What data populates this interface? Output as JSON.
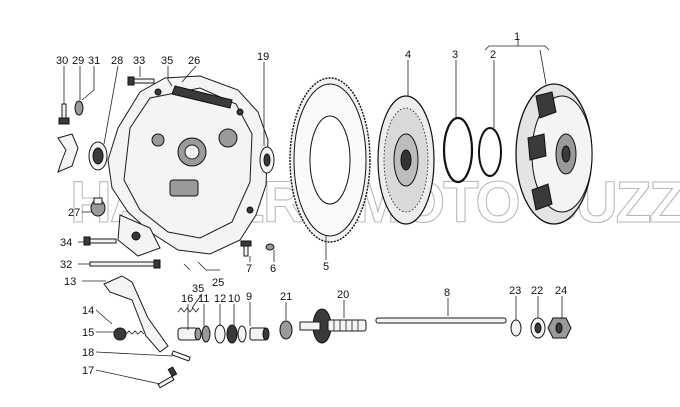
{
  "watermark": "HARPERS MOTO GUZZI ©",
  "callouts": [
    {
      "id": "c30",
      "text": "30"
    },
    {
      "id": "c29",
      "text": "29"
    },
    {
      "id": "c31",
      "text": "31"
    },
    {
      "id": "c28",
      "text": "28"
    },
    {
      "id": "c33",
      "text": "33"
    },
    {
      "id": "c35a",
      "text": "35"
    },
    {
      "id": "c26",
      "text": "26"
    },
    {
      "id": "c19",
      "text": "19"
    },
    {
      "id": "c4",
      "text": "4"
    },
    {
      "id": "c3",
      "text": "3"
    },
    {
      "id": "c2",
      "text": "2"
    },
    {
      "id": "c1",
      "text": "1"
    },
    {
      "id": "c27",
      "text": "27"
    },
    {
      "id": "c34",
      "text": "34"
    },
    {
      "id": "c32",
      "text": "32"
    },
    {
      "id": "c7",
      "text": "7"
    },
    {
      "id": "c6",
      "text": "6"
    },
    {
      "id": "c5",
      "text": "5"
    },
    {
      "id": "c25",
      "text": "25"
    },
    {
      "id": "c13",
      "text": "13"
    },
    {
      "id": "c35b",
      "text": "35"
    },
    {
      "id": "c16",
      "text": "16"
    },
    {
      "id": "c11",
      "text": "11"
    },
    {
      "id": "c12",
      "text": "12"
    },
    {
      "id": "c10",
      "text": "10"
    },
    {
      "id": "c9",
      "text": "9"
    },
    {
      "id": "c21",
      "text": "21"
    },
    {
      "id": "c20",
      "text": "20"
    },
    {
      "id": "c8",
      "text": "8"
    },
    {
      "id": "c23",
      "text": "23"
    },
    {
      "id": "c22",
      "text": "22"
    },
    {
      "id": "c24",
      "text": "24"
    },
    {
      "id": "c14",
      "text": "14"
    },
    {
      "id": "c15",
      "text": "15"
    },
    {
      "id": "c18",
      "text": "18"
    },
    {
      "id": "c17",
      "text": "17"
    }
  ]
}
